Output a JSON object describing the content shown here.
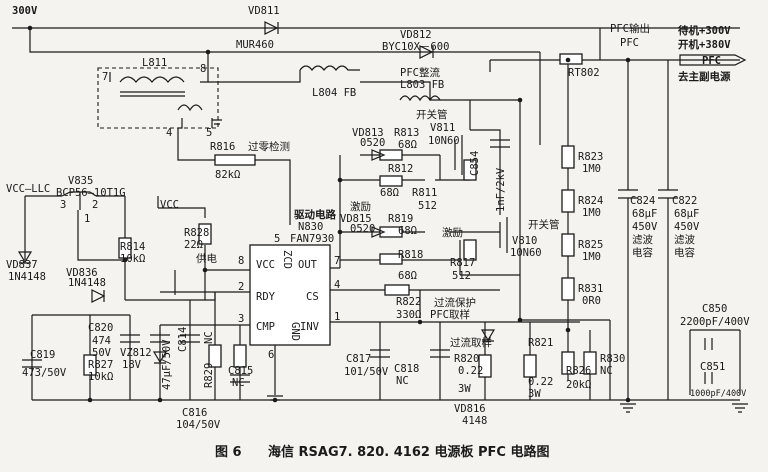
{
  "caption": {
    "fig": "图 6",
    "title": "海信 RSAG7. 820. 4162 电源板 PFC 电路图"
  },
  "nets": {
    "v300": "300V",
    "vcc_llc": "VCC–LLC",
    "vcc": "VCC"
  },
  "output": {
    "l1": "待机+300V",
    "l2": "开机+380V",
    "pfc": "PFC",
    "l3": "去主副电源",
    "pfc_out": "PFC输出",
    "pfc_sub": "PFC"
  },
  "ic": {
    "ref": "N830",
    "part": "FAN7930",
    "func": "驱动电路",
    "pins": {
      "vcc": "VCC",
      "out": "OUT",
      "zcd": "ZCD",
      "rdy": "RDY",
      "cs": "CS",
      "cmp": "CMP",
      "inv": "INV",
      "gnd": "GND"
    },
    "pin_nums": {
      "p8": "8",
      "p2": "2",
      "p3": "3",
      "p7": "7",
      "p4": "4",
      "p1": "1",
      "p5": "5",
      "p6": "6"
    }
  },
  "labels": {
    "supply": "供电",
    "zero_detect": "过零检测",
    "switch_tube1": "开关管",
    "switch_tube2": "开关管",
    "excite1": "激励",
    "excite2": "激励",
    "pfc_rect": "PFC整流",
    "oc_sample": "过流取样",
    "oc_prot": "过流保护",
    "pfc_sample": "PFC取样",
    "filter1": "滤波",
    "cap1": "电容",
    "filter2": "滤波",
    "cap2": "电容"
  },
  "parts": {
    "vd811": {
      "ref": "VD811",
      "val": "MUR460"
    },
    "vd812": {
      "ref": "VD812",
      "val": "BYC10X－600"
    },
    "l811": {
      "ref": "L811",
      "p7": "7",
      "p8": "8",
      "p4": "4",
      "p5": "5"
    },
    "l804": {
      "ref": "L804 FB"
    },
    "l803": {
      "ref": "L803 FB"
    },
    "rt802": {
      "ref": "RT802"
    },
    "r816": {
      "ref": "R816",
      "val": "82kΩ"
    },
    "vd813": {
      "ref": "VD813",
      "val": "0520"
    },
    "r813": {
      "ref": "R813",
      "val": "68Ω"
    },
    "r812": {
      "ref": "R812",
      "val": "68Ω"
    },
    "r811": {
      "ref": "R811",
      "val": "512"
    },
    "v811": {
      "ref": "V811",
      "val": "10N60"
    },
    "c854": {
      "ref": "C854",
      "val": "1nF/2kV"
    },
    "vd815": {
      "ref": "VD815",
      "val": "0520"
    },
    "r819": {
      "ref": "R819",
      "val": "68Ω"
    },
    "r818": {
      "ref": "R818",
      "val": "68Ω"
    },
    "r817": {
      "ref": "R817",
      "val": "512"
    },
    "v810": {
      "ref": "V810",
      "val": "10N60"
    },
    "r823": {
      "ref": "R823",
      "val": "1M0"
    },
    "r824": {
      "ref": "R824",
      "val": "1M0"
    },
    "r825": {
      "ref": "R825",
      "val": "1M0"
    },
    "r831": {
      "ref": "R831",
      "val": "0R0"
    },
    "c824": {
      "ref": "C824",
      "val": "68μF",
      "v": "450V"
    },
    "c822": {
      "ref": "C822",
      "val": "68μF",
      "v": "450V"
    },
    "v835": {
      "ref": "V835",
      "val": "BCP56–10T1G",
      "b": "1",
      "c": "2",
      "e": "3"
    },
    "vd837": {
      "ref": "VD837",
      "val": "1N4148"
    },
    "vd836": {
      "ref": "VD836",
      "val": "1N4148"
    },
    "r814": {
      "ref": "R814",
      "val": "10kΩ"
    },
    "r828": {
      "ref": "R828",
      "val": "22Ω"
    },
    "c820": {
      "ref": "C820",
      "val": "474",
      "v": "50V"
    },
    "c819": {
      "ref": "C819",
      "val": "473/50V"
    },
    "r827": {
      "ref": "R827",
      "val": "10kΩ"
    },
    "vz812": {
      "ref": "VZ812",
      "val": "18V"
    },
    "c814": {
      "ref": "C814",
      "val": "47μF/50V"
    },
    "r829": {
      "ref": "R829",
      "val": "NC"
    },
    "c815": {
      "ref": "C815",
      "val": "NC"
    },
    "c816": {
      "ref": "C816",
      "val": "104/50V"
    },
    "c817": {
      "ref": "C817",
      "val": "101/50V"
    },
    "c818": {
      "ref": "C818",
      "val": "NC"
    },
    "r822": {
      "ref": "R822",
      "val": "330Ω"
    },
    "r820": {
      "ref": "R820",
      "val": "0.22",
      "w": "3W"
    },
    "r821": {
      "ref": "R821",
      "val": "0.22",
      "w": "3W"
    },
    "vd816": {
      "ref": "VD816",
      "val": "4148"
    },
    "r826": {
      "ref": "R826",
      "val": "20kΩ"
    },
    "r830": {
      "ref": "R830",
      "val": "NC"
    },
    "c850": {
      "ref": "C850",
      "val": "2200pF/400V"
    },
    "c851": {
      "ref": "C851",
      "val": "1000pF/400V"
    }
  }
}
